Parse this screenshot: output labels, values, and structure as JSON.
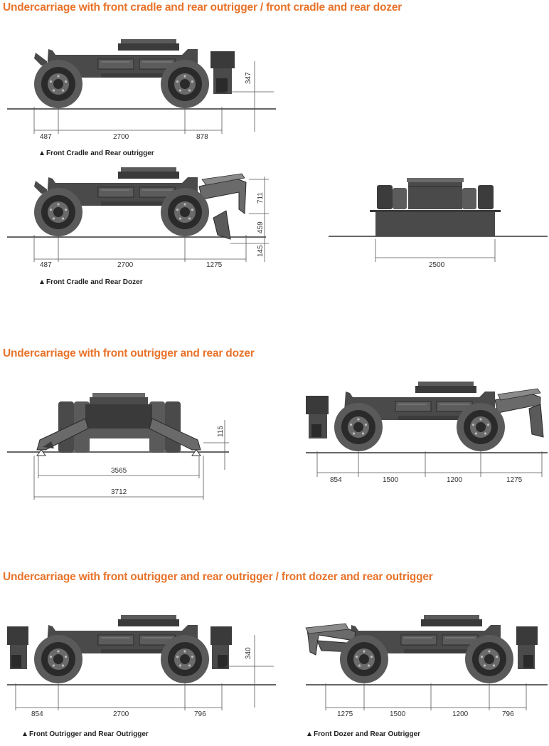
{
  "sections": [
    {
      "title": "Undercarriage with front cradle and rear outrigger / front cradle and rear dozer"
    },
    {
      "title": "Undercarriage with front outrigger and rear dozer"
    },
    {
      "title": "Undercarriage with front outrigger and rear outrigger / front dozer and rear outrigger"
    }
  ],
  "captions": {
    "cradle_outrigger": "Front Cradle and Rear outrigger",
    "cradle_dozer": "Front Cradle and Rear Dozer",
    "outrigger_outrigger": "Front Outrigger and Rear Outrigger",
    "dozer_outrigger": "Front Dozer and Rear Outrigger"
  },
  "dims": {
    "d1": {
      "a": "487",
      "b": "2700",
      "c": "878",
      "h": "347"
    },
    "d2": {
      "a": "487",
      "b": "2700",
      "c": "1275",
      "h1": "711",
      "h2": "459",
      "h3": "145"
    },
    "d3": {
      "w": "2500"
    },
    "d4": {
      "inner": "3565",
      "outer": "3712",
      "h": "115"
    },
    "d5": {
      "a": "854",
      "b": "1500",
      "c": "1200",
      "d": "1275"
    },
    "d6": {
      "a": "854",
      "b": "2700",
      "c": "796",
      "h": "340"
    },
    "d7": {
      "a": "1275",
      "b": "1500",
      "c": "1200",
      "d": "796"
    }
  },
  "colors": {
    "accent": "#e8732a",
    "machine": "#4a4a4a",
    "tire": "#5a5a5a"
  }
}
